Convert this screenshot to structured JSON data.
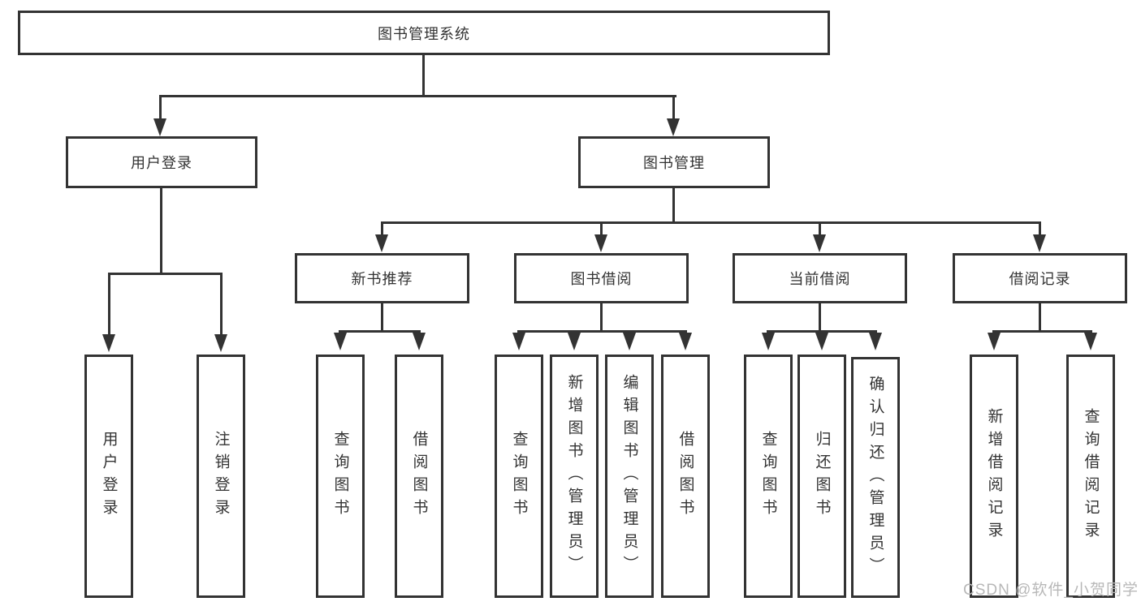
{
  "diagram": {
    "title": "图书管理系统",
    "level2": {
      "user_login": "用户登录",
      "book_mgmt": "图书管理"
    },
    "level3": {
      "new_books": "新书推荐",
      "borrowing": "图书借阅",
      "current": "当前借阅",
      "records": "借阅记录"
    },
    "leaves": {
      "login": [
        "用户登录",
        "注销登录"
      ],
      "new_books": [
        "查询图书",
        "借阅图书"
      ],
      "borrowing": [
        "查询图书",
        "新增图书（管理员）",
        "编辑图书（管理员）",
        "借阅图书"
      ],
      "current": [
        "查询图书",
        "归还图书",
        "确认归还（管理员）"
      ],
      "records": [
        "新增借阅记录",
        "查询借阅记录"
      ]
    }
  },
  "watermark": {
    "text": "CSDN @软件_小贺同学",
    "color": "#b8b8b8"
  },
  "colors": {
    "line": "#333333",
    "text": "#333333",
    "background": "#ffffff"
  }
}
